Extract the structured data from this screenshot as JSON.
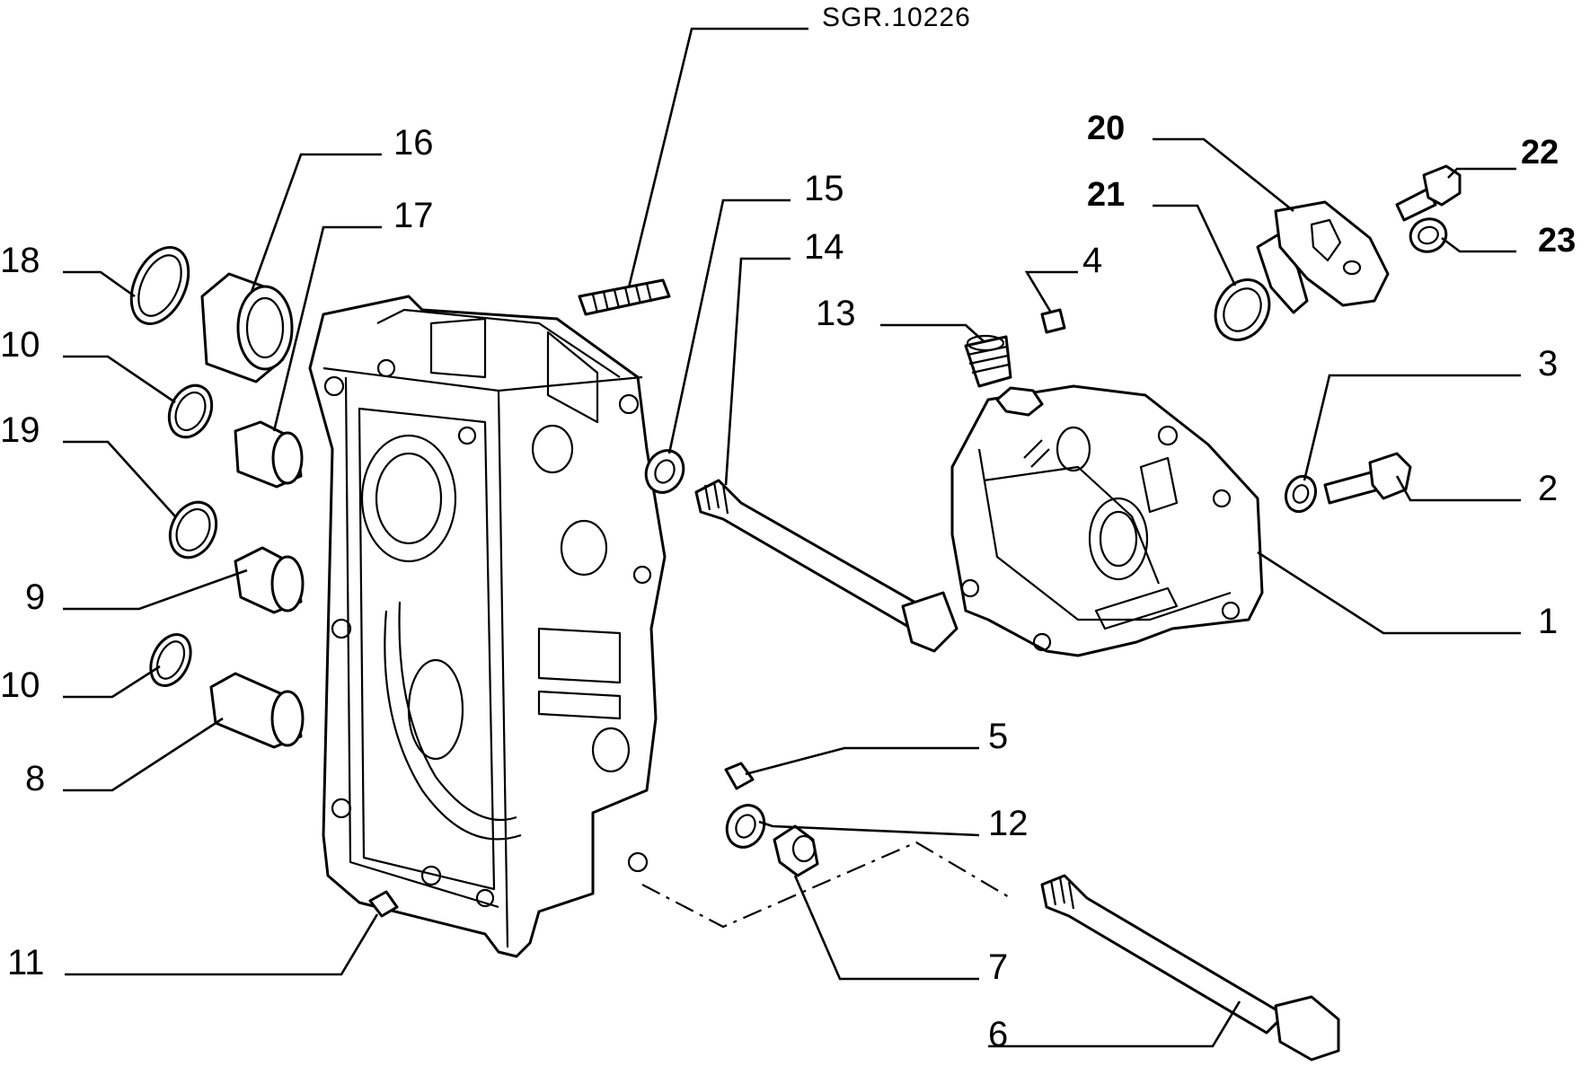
{
  "drawing_ref": "SGR.10226",
  "callouts": [
    {
      "num": "18"
    },
    {
      "num": "16"
    },
    {
      "num": "17"
    },
    {
      "num": "10"
    },
    {
      "num": "19"
    },
    {
      "num": "9"
    },
    {
      "num": "10"
    },
    {
      "num": "8"
    },
    {
      "num": "11"
    },
    {
      "num": "15"
    },
    {
      "num": "14"
    },
    {
      "num": "13"
    },
    {
      "num": "4"
    },
    {
      "num": "20"
    },
    {
      "num": "21"
    },
    {
      "num": "22"
    },
    {
      "num": "23"
    },
    {
      "num": "3"
    },
    {
      "num": "2"
    },
    {
      "num": "1"
    },
    {
      "num": "5"
    },
    {
      "num": "12"
    },
    {
      "num": "7"
    },
    {
      "num": "6"
    }
  ]
}
